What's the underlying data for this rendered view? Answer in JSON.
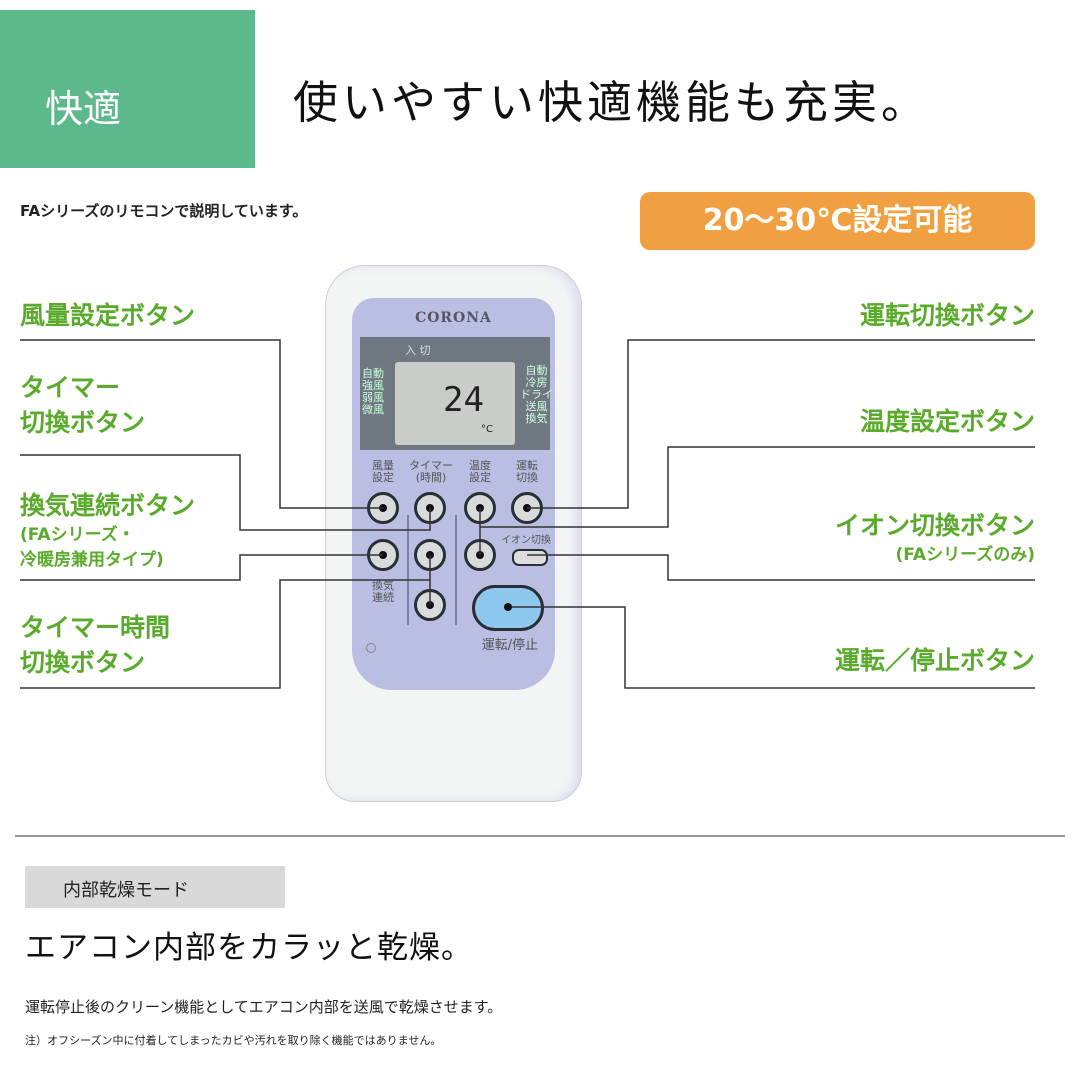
{
  "header": {
    "tag": "快適",
    "headline": "使いやすい快適機能も充実。",
    "tag_color": "#5db88c"
  },
  "note_series": "FAシリーズのリモコンで説明しています。",
  "badge": {
    "text": "20〜30℃設定可能",
    "color": "#f0a040"
  },
  "left_labels": [
    {
      "lines": [
        "風量設定ボタン"
      ]
    },
    {
      "lines": [
        "タイマー",
        "切換ボタン"
      ]
    },
    {
      "lines": [
        "換気連続ボタン"
      ],
      "sub": [
        "(FAシリーズ・",
        "冷暖房兼用タイプ)"
      ]
    },
    {
      "lines": [
        "タイマー時間",
        "切換ボタン"
      ]
    }
  ],
  "right_labels": [
    {
      "lines": [
        "運転切換ボタン"
      ]
    },
    {
      "lines": [
        "温度設定ボタン"
      ]
    },
    {
      "lines": [
        "イオン切換ボタン"
      ],
      "sub": [
        "(FAシリーズのみ)"
      ]
    },
    {
      "lines": [
        "運転／停止ボタン"
      ]
    }
  ],
  "remote": {
    "brand": "CORONA",
    "power_label": "入 切",
    "left_modes": [
      "自動",
      "強風",
      "弱風",
      "微風"
    ],
    "right_modes": [
      "自動",
      "冷房",
      "ドライ",
      "送風",
      "換気"
    ],
    "temperature": "24",
    "unit": "°C",
    "btn_labels": [
      "風量\n設定",
      "タイマー\n(時間)",
      "温度\n設定",
      "運転\n切換"
    ],
    "vent_label": "換気\n連続",
    "ion_label": "イオン切換",
    "start_stop": "運転/停止"
  },
  "section": {
    "label": "内部乾燥モード",
    "title": "エアコン内部をカラッと乾燥。",
    "body": "運転停止後のクリーン機能としてエアコン内部を送風で乾燥させます。",
    "note": "注）オフシーズン中に付着してしまったカビや汚れを取り除く機能ではありません。"
  },
  "label_color": "#5aab2c"
}
